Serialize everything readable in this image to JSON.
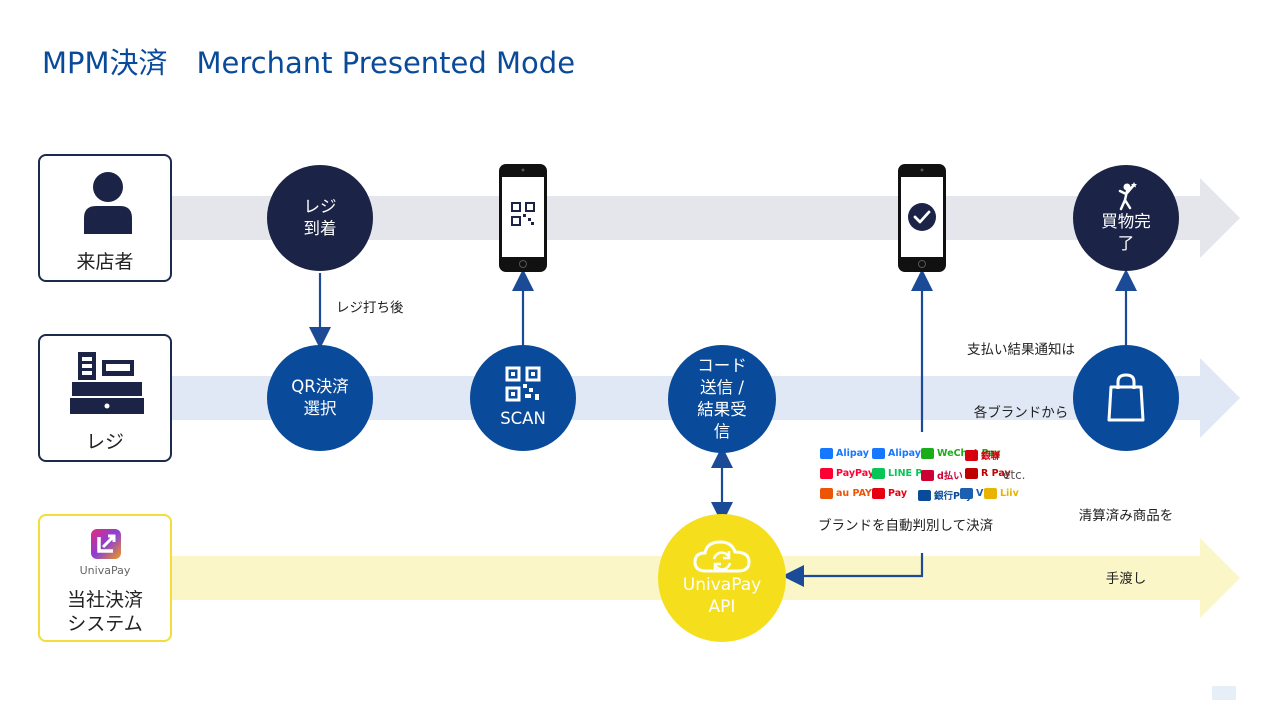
{
  "title": "MPM決済　Merchant Presented Mode",
  "lanes": {
    "customer": "来店者",
    "register": "レジ",
    "system_brand": "UnivaPay",
    "system_line1": "当社決済",
    "system_line2": "システム"
  },
  "steps": {
    "arrive_l1": "レジ",
    "arrive_l2": "到着",
    "qr_select_l1": "QR決済",
    "qr_select_l2": "選択",
    "scan": "SCAN",
    "code_l1": "コード",
    "code_l2": "送信 /",
    "code_l3": "結果受",
    "code_l4": "信",
    "api_l1": "UnivaPay",
    "api_l2": "API",
    "done_l1": "買物完",
    "done_l2": "了"
  },
  "notes": {
    "after_register": "レジ打ち後",
    "notify_l1": "支払い結果通知は",
    "notify_l2": "各ブランドから",
    "handover_l1": "清算済み商品を",
    "handover_l2": "手渡し",
    "auto_detect": "ブランドを自動判別して決済"
  },
  "brands": [
    {
      "name": "Alipay",
      "color": "#1677ff"
    },
    {
      "name": "Alipay+",
      "color": "#1677ff"
    },
    {
      "name": "WeChat Pay",
      "color": "#1aad19"
    },
    {
      "name": "銀聯",
      "color": "#d7000f"
    },
    {
      "name": "PayPay",
      "color": "#ff0033"
    },
    {
      "name": "LINE Pay",
      "color": "#06c755"
    },
    {
      "name": "d払い",
      "color": "#cc0033"
    },
    {
      "name": "R Pay",
      "color": "#bf0000"
    },
    {
      "name": "etc.",
      "color": "#555555"
    },
    {
      "name": "au PAY",
      "color": "#eb5505"
    },
    {
      "name": "Pay",
      "color": "#e60012"
    },
    {
      "name": "銀行Pay",
      "color": "#0a4a9a"
    },
    {
      "name": "VIA",
      "color": "#1b5fae"
    },
    {
      "name": "Liiv",
      "color": "#e8b400"
    }
  ],
  "colors": {
    "dark_navy": "#1b2446",
    "blue": "#0a4a9a",
    "yellow": "#f5df1d",
    "lane_gray": "#e4e6ec",
    "lane_blue": "#dfe8f4",
    "lane_yellow": "#fbf6c8"
  }
}
